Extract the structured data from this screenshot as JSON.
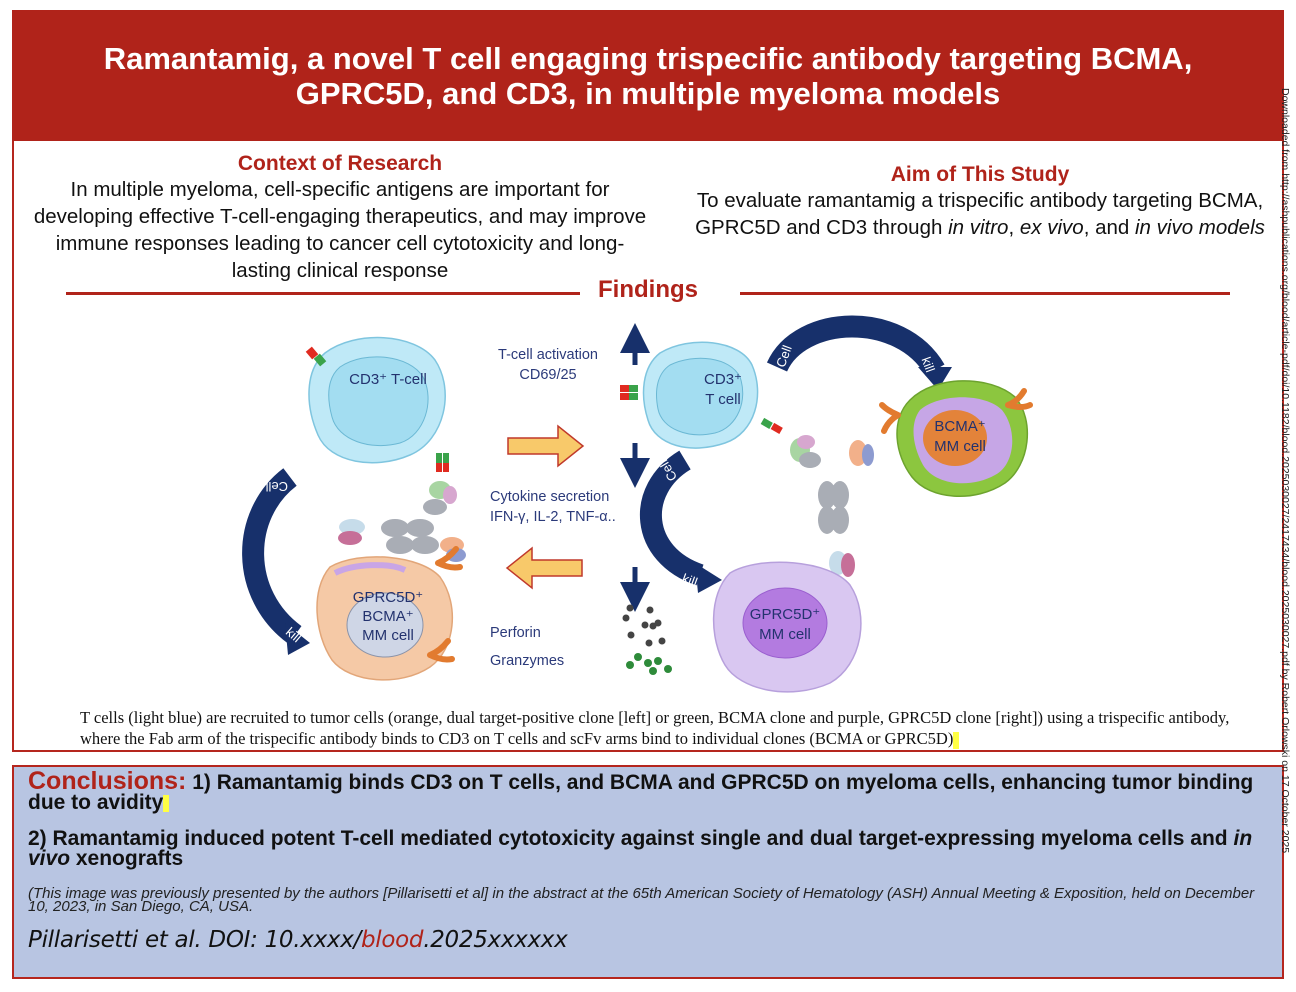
{
  "title": "Ramantamig, a novel T cell engaging trispecific antibody targeting BCMA, GPRC5D, and CD3, in multiple myeloma models",
  "context": {
    "heading": "Context of Research",
    "body": "In multiple myeloma, cell-specific antigens are important for developing effective T-cell-engaging therapeutics, and may improve immune responses leading to cancer cell cytotoxicity and long-lasting clinical response"
  },
  "aim": {
    "heading": "Aim of This Study",
    "body_parts": [
      "To evaluate ramantamig a trispecific antibody targeting BCMA, GPRC5D and CD3 through ",
      "in vitro",
      ", ",
      "ex vivo",
      ", and ",
      "in vivo models"
    ]
  },
  "findings": {
    "heading": "Findings",
    "figure": {
      "left_tcell": "CD3⁺ T-cell",
      "left_tumor": [
        "GPRC5D⁺",
        "BCMA⁺",
        "MM cell"
      ],
      "right_tcell": [
        "CD3⁺",
        "T cell"
      ],
      "bcma_cell": [
        "BCMA⁺",
        "MM cell"
      ],
      "gprc5d_cell": [
        "GPRC5D⁺",
        "MM cell"
      ],
      "activation": [
        "T-cell activation",
        "CD69/25"
      ],
      "cytokine": [
        "Cytokine secretion",
        "IFN-γ, IL-2, TNF-α.."
      ],
      "perforin": "Perforin",
      "granzymes": "Granzymes",
      "arrow_cell": "Cell",
      "arrow_kill": "kill"
    },
    "caption": "T cells (light blue) are recruited to tumor cells (orange, dual target-positive clone [left] or green, BCMA clone and purple, GPRC5D clone [right]) using a trispecific antibody, where the Fab arm of the trispecific antibody binds to CD3 on T cells and scFv arms bind to individual clones (BCMA or GPRC5D)"
  },
  "conclusions": {
    "heading": "Conclusions:",
    "point1": "1) Ramantamig binds CD3 on T cells, and BCMA and GPRC5D on myeloma cells, enhancing tumor binding due to avidity",
    "point2_parts": [
      "2) Ramantamig induced potent T-cell mediated cytotoxicity against single and dual target-expressing myeloma cells and ",
      "in vivo",
      " xenografts"
    ],
    "note": "(This image was previously presented by the authors [Pillarisetti et al] in the abstract at the 65th American Society of Hematology (ASH) Annual Meeting & Exposition, held on December 10, 2023, in San Diego, CA, USA.",
    "doi_prefix": "Pillarisetti et al. DOI: 10.xxxx/",
    "doi_journal": "blood",
    "doi_suffix": ".2025xxxxxx"
  },
  "watermark": "Downloaded from http://ashpublications.org/blood/article-pdf/doi/10.1182/blood.2025030027/2417434/blood.2025030027.pdf by Robert Orlowski on 17 October 2025",
  "colors": {
    "brand_red": "#b0231a",
    "conclusion_bg": "#b8c5e2",
    "tcell_blue": "#aee3f5",
    "tumor_orange": "#f5c9a6",
    "bcma_green": "#8cc63f",
    "gprc5d_purple": "#c9b3ea",
    "arrow_navy": "#17306b",
    "highlight_yellow": "#ffff44"
  }
}
